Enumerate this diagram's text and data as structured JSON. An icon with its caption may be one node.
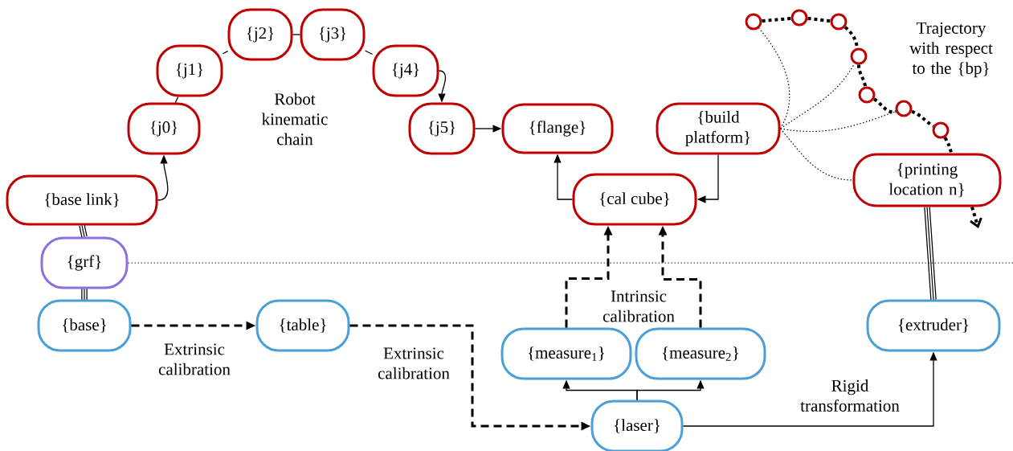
{
  "diagram": {
    "nodes": [
      {
        "text": [
          "{base link}"
        ]
      },
      {
        "text": [
          "{j0}"
        ]
      },
      {
        "text": [
          "{j1}"
        ]
      },
      {
        "text": [
          "{j2}"
        ]
      },
      {
        "text": [
          "{j3}"
        ]
      },
      {
        "text": [
          "{j4}"
        ]
      },
      {
        "text": [
          "{j5}"
        ]
      },
      {
        "text": [
          "{flange}"
        ]
      },
      {
        "text": [
          "{build platform}"
        ]
      },
      {
        "text": [
          "{cal cube}"
        ]
      },
      {
        "text": [
          "{printing location n}"
        ]
      },
      {
        "text": [],
        "shape": "circle"
      },
      {
        "text": [],
        "shape": "circle"
      },
      {
        "text": [],
        "shape": "circle"
      },
      {
        "text": [],
        "shape": "circle"
      },
      {
        "text": [],
        "shape": "circle"
      },
      {
        "text": [],
        "shape": "circle"
      },
      {
        "text": [],
        "shape": "circle"
      },
      {
        "text": [
          "{grf}"
        ]
      },
      {
        "text": [
          "{base}"
        ]
      },
      {
        "text": [
          "{table}"
        ]
      },
      {
        "text": [
          "{measure$_{1}$}"
        ]
      },
      {
        "text": [
          "{measure$_{2}$}"
        ]
      },
      {
        "text": [
          "{laser}"
        ]
      },
      {
        "text": [
          "{extruder}"
        ]
      }
    ],
    "edges": [
      {
        "from": 0,
        "to": 1,
        "arrow": "to"
      },
      {
        "from": 1,
        "to": 2,
        "arrow": "none"
      },
      {
        "from": 2,
        "to": 3,
        "arrow": "none"
      },
      {
        "from": 3,
        "to": 4,
        "arrow": "none"
      },
      {
        "from": 4,
        "to": 5,
        "arrow": "none"
      },
      {
        "from": 5,
        "to": 6,
        "arrow": "to"
      },
      {
        "from": 6,
        "to": 7,
        "arrow": "to"
      },
      {
        "from": 9,
        "to": 7,
        "arrow": "to"
      },
      {
        "from": 8,
        "to": 9,
        "arrow": "to"
      },
      {
        "from": 8,
        "to": 11,
        "arrow": "none",
        "style": "dashed"
      },
      {
        "from": 8,
        "to": 14,
        "arrow": "none",
        "style": "dashed"
      },
      {
        "from": 8,
        "to": 16,
        "arrow": "none",
        "style": "dashed"
      },
      {
        "from": 8,
        "to": 10,
        "arrow": "none",
        "style": "dashed"
      },
      {
        "from": 11,
        "to": 12,
        "arrow": "none",
        "style": "dashed"
      },
      {
        "from": 12,
        "to": 13,
        "arrow": "none",
        "style": "dashed"
      },
      {
        "from": 13,
        "to": 14,
        "arrow": "none",
        "style": "dashed"
      },
      {
        "from": 14,
        "to": 15,
        "arrow": "none",
        "style": "dashed"
      },
      {
        "from": 15,
        "to": 16,
        "arrow": "none",
        "style": "dashed"
      },
      {
        "from": 16,
        "to": 17,
        "arrow": "none",
        "style": "dashed"
      },
      {
        "from": 17,
        "to": 10,
        "arrow": "none",
        "style": "dashed"
      },
      {
        "from": 0,
        "to": 18,
        "arrow": "none",
        "style": "thick"
      },
      {
        "from": 18,
        "to": 19,
        "arrow": "none",
        "style": "thick"
      },
      {
        "from": 10,
        "to": 24,
        "arrow": "none",
        "style": "thick"
      },
      {
        "from": 18,
        "to": null,
        "arrow": "none",
        "style": "dashed"
      },
      {
        "from": 19,
        "to": 20,
        "arrow": "to",
        "style": "dashed",
        "label": "Extrinsic calibration"
      },
      {
        "from": 20,
        "to": 23,
        "arrow": "to",
        "style": "dashed",
        "label": "Extrinsic calibration"
      },
      {
        "from": 21,
        "to": 9,
        "arrow": "to",
        "style": "dashed"
      },
      {
        "from": 22,
        "to": 9,
        "arrow": "to",
        "style": "dashed"
      },
      {
        "from": 23,
        "to": 21,
        "arrow": "to"
      },
      {
        "from": 23,
        "to": 22,
        "arrow": "to"
      },
      {
        "from": 23,
        "to": 24,
        "arrow": "to",
        "label": "Rigid transformation"
      },
      {
        "from": 10,
        "to": null,
        "arrow": "to",
        "style": "dashed"
      }
    ],
    "labels": [
      "Robot kinematic chain",
      "Trajectory with respect to the {bp}",
      "Intrinsic calibration"
    ]
  }
}
